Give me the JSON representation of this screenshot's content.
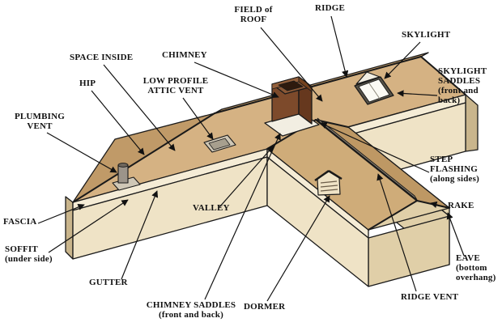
{
  "labels": [
    {
      "id": "field-of-roof",
      "text": "FIELD of\nROOF"
    },
    {
      "id": "ridge",
      "text": "RIDGE"
    },
    {
      "id": "skylight",
      "text": "SKYLIGHT"
    },
    {
      "id": "skylight-saddles",
      "text": "SKYLIGHT\nSADDLES\n(front and\nback)"
    },
    {
      "id": "space-inside",
      "text": "SPACE INSIDE"
    },
    {
      "id": "chimney",
      "text": "CHIMNEY"
    },
    {
      "id": "hip",
      "text": "HIP"
    },
    {
      "id": "low-profile-attic-vent",
      "text": "LOW PROFILE\nATTIC VENT"
    },
    {
      "id": "plumbing-vent",
      "text": "PLUMBING\nVENT"
    },
    {
      "id": "step-flashing",
      "text": "STEP\nFLASHING\n(along sides)"
    },
    {
      "id": "valley",
      "text": "VALLEY"
    },
    {
      "id": "rake",
      "text": "RAKE"
    },
    {
      "id": "fascia",
      "text": "FASCIA"
    },
    {
      "id": "soffit",
      "text": "SOFFIT\n(under side)"
    },
    {
      "id": "gutter",
      "text": "GUTTER"
    },
    {
      "id": "chimney-saddles",
      "text": "CHIMNEY SADDLES\n(front and back)"
    },
    {
      "id": "dormer",
      "text": "DORMER"
    },
    {
      "id": "ridge-vent",
      "text": "RIDGE VENT"
    },
    {
      "id": "eave",
      "text": "EAVE\n(bottom\noverhang)"
    }
  ],
  "colors": {
    "background": "#ffffff",
    "outline": "#1a1a1a",
    "roof_main": "#D5B283",
    "roof_wing_left": "#CFAC79",
    "roof_wing_right": "#BE9864",
    "roof_shade": "#C09A68",
    "wall_light": "#EFE3C6",
    "wall_dark": "#E0CFA8",
    "wall_sliver": "#C9B58C",
    "fascia_light": "#F5ECD6",
    "fascia_dark": "#E8D8B2",
    "chimney_front": "#7D4A2B",
    "chimney_side": "#66381E",
    "chimney_top": "#8A5836",
    "chimney_flue": "#2E1A0E",
    "chimney_band": "#93603C",
    "chimney_band_dark": "#74431F",
    "flashing": "#F2EEE2",
    "skylight_frame": "#555147",
    "skylight_glass": "#FBFAF4",
    "vent_light": "#CFC7B6",
    "vent_dark": "#A79F8E",
    "pipe": "#9C948A",
    "pipe_dark": "#6F675D",
    "ridge_vent": "#8F8575",
    "label_text": "#111111"
  }
}
